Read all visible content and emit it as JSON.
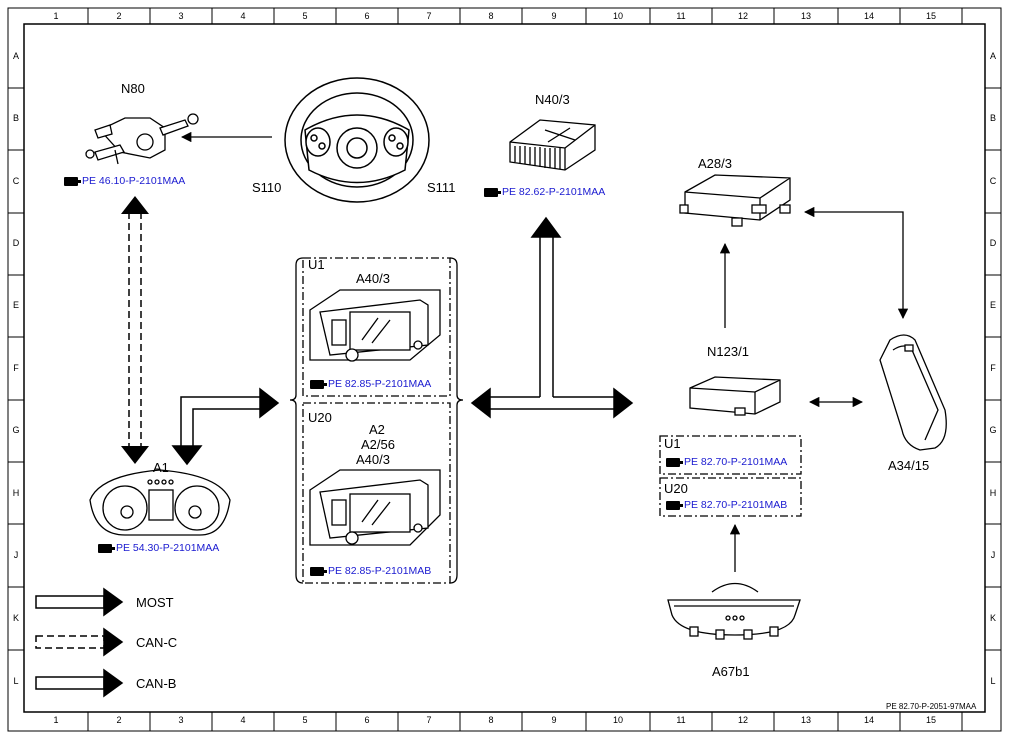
{
  "grid": {
    "columns": [
      "1",
      "2",
      "3",
      "4",
      "5",
      "6",
      "7",
      "8",
      "9",
      "10",
      "11",
      "12",
      "13",
      "14",
      "15"
    ],
    "rows": [
      "A",
      "B",
      "C",
      "D",
      "E",
      "F",
      "G",
      "H",
      "J",
      "K",
      "L"
    ]
  },
  "components": {
    "n80": "N80",
    "s110": "S110",
    "s111": "S111",
    "n40_3": "N40/3",
    "a28_3": "A28/3",
    "n123_1": "N123/1",
    "a34_15": "A34/15",
    "a1": "A1",
    "a67b1": "A67b1",
    "u1_top": "U1",
    "a40_3_top": "A40/3",
    "u20_mid": "U20",
    "a2": "A2",
    "a2_56": "A2/56",
    "a40_3_mid": "A40/3",
    "u1_right": "U1",
    "u20_right": "U20"
  },
  "references": {
    "n80": "PE 46.10-P-2101MAA",
    "n40_3": "PE 82.62-P-2101MAA",
    "a40_3_top": "PE 82.85-P-2101MAA",
    "a40_3_mid": "PE 82.85-P-2101MAB",
    "a1": "PE 54.30-P-2101MAA",
    "u1_right": "PE 82.70-P-2101MAA",
    "u20_right": "PE 82.70-P-2101MAB"
  },
  "legend": {
    "most": "MOST",
    "can_c": "CAN-C",
    "can_b": "CAN-B"
  },
  "doc_id": "PE 82.70-P-2051-97MAA"
}
